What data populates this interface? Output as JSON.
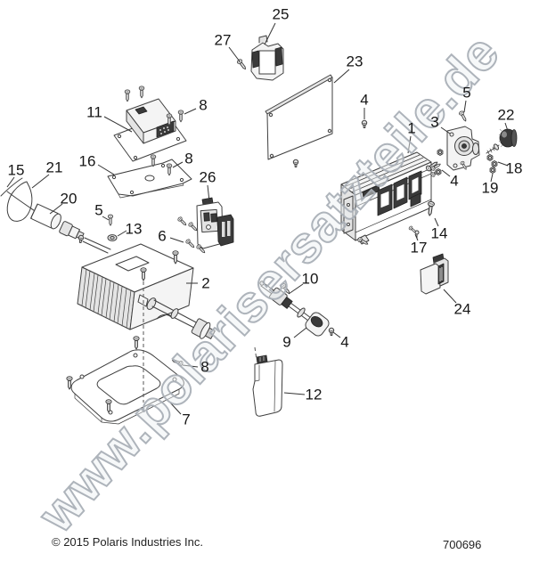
{
  "page": {
    "watermark": "www.polarisersatzteile.de",
    "copyright": "© 2015 Polaris Industries Inc.",
    "part_number": "700696"
  },
  "colors": {
    "line": "#3f3f3f",
    "label": "#161616",
    "wm-outline": "#aab0b8"
  },
  "callouts": [
    {
      "label": "25"
    },
    {
      "label": "27"
    },
    {
      "label": "23"
    },
    {
      "label": "4"
    },
    {
      "label": "5"
    },
    {
      "label": "22"
    },
    {
      "label": "3"
    },
    {
      "label": "18"
    },
    {
      "label": "19"
    },
    {
      "label": "1"
    },
    {
      "label": "14"
    },
    {
      "label": "17"
    },
    {
      "label": "24"
    },
    {
      "label": "11"
    },
    {
      "label": "8"
    },
    {
      "label": "16"
    },
    {
      "label": "8"
    },
    {
      "label": "26"
    },
    {
      "label": "15"
    },
    {
      "label": "21"
    },
    {
      "label": "20"
    },
    {
      "label": "5"
    },
    {
      "label": "13"
    },
    {
      "label": "6"
    },
    {
      "label": "2"
    },
    {
      "label": "10"
    },
    {
      "label": "9"
    },
    {
      "label": "4"
    },
    {
      "label": "12"
    },
    {
      "label": "7"
    },
    {
      "label": "8"
    },
    {
      "label": "4"
    }
  ]
}
